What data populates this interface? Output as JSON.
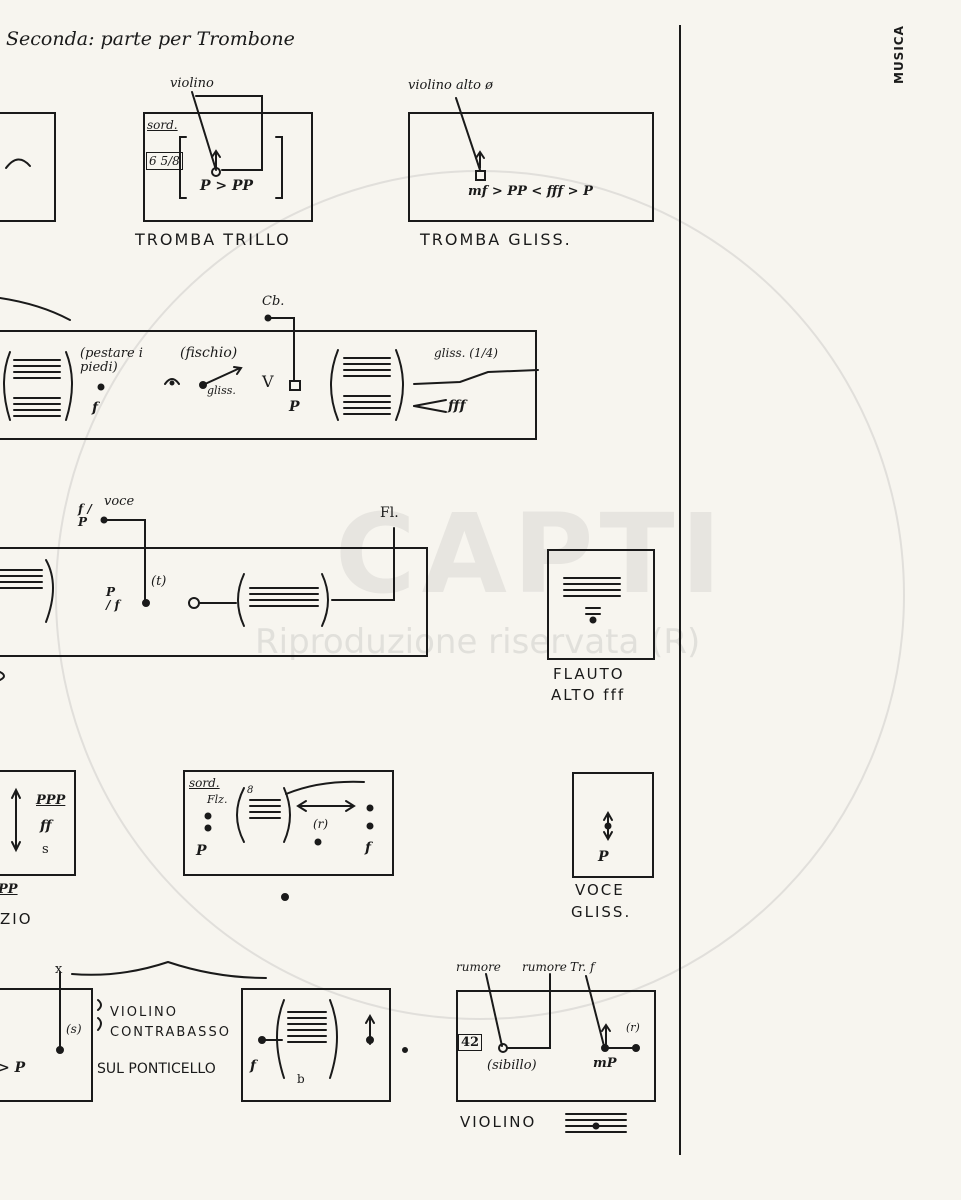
{
  "header": {
    "title": "Seconda: parte per Trombone"
  },
  "side_label": "MUSICA",
  "watermark": {
    "logo": "CAPTI",
    "text": "Riproduzione riservata (R)"
  },
  "row1": {
    "trill": {
      "pointer": "violino",
      "mute": "sord.",
      "meter": "6 5/8",
      "dynamics": "P > PP",
      "caption": "TROMBA TRILLO"
    },
    "gliss": {
      "pointer": "violino alto ø",
      "dynamics": "mf > PP < fff > P",
      "caption": "TROMBA GLISS."
    }
  },
  "row2": {
    "stomp": "(pestare i piedi)",
    "whistle": "(fischio)",
    "whistle_gliss": "gliss.",
    "v_mark": "V",
    "cb_label": "Cb.",
    "cb_dyn": "P",
    "f_dyn": "f",
    "gliss_quarter": "gliss. (1/4)",
    "fff_dyn": "fff"
  },
  "row3": {
    "voice_label": "voce",
    "voice_dyn": "f / P",
    "p_f_dyn": "P / f",
    "t_mark": "(t)",
    "fl_label": "Fl.",
    "flute_caption_1": "FLAUTO",
    "flute_caption_2": "ALTO fff"
  },
  "row4": {
    "left_dyn_ppp": "PPP",
    "left_dyn_ff": "ff",
    "left_s": "s",
    "left_pp": "PP",
    "left_caption_tail": "ZIO",
    "sord_label": "sord.",
    "flz_label": "Flz.",
    "ottava": "8",
    "r_mark": "(r)",
    "p_dyn": "P",
    "f_dyn": "f",
    "voice_caption_1": "VOCE",
    "voice_caption_2": "GLISS."
  },
  "row5": {
    "left_dyn": "> P",
    "x_mark": "x",
    "s_mark": "(s)",
    "strings_1": "VIOLINO",
    "strings_2": "CONTRABASSO",
    "ponticello": "SUL PONTICELLO",
    "f_dyn": "f",
    "flat_note": "b",
    "rumore_1": "rumore",
    "rumore_2": "rumore",
    "tr_f": "Tr. f",
    "measure_num": "42",
    "sibillo": "(sibillo)",
    "mp_dyn": "mP",
    "r_mark": "(r)",
    "caption": "VIOLINO"
  }
}
